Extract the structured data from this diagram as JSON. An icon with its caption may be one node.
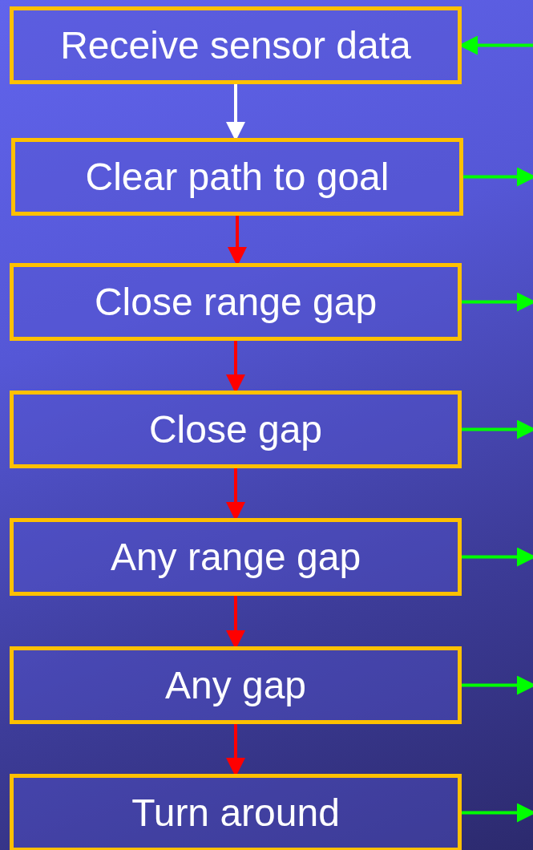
{
  "diagram": {
    "nodes": [
      {
        "text": [
          "Receive sensor data"
        ]
      },
      {
        "text": [
          "Clear path to goal"
        ]
      },
      {
        "text": [
          "Close range gap"
        ]
      },
      {
        "text": [
          "Close gap"
        ]
      },
      {
        "text": [
          "Any range gap"
        ]
      },
      {
        "text": [
          "Any gap"
        ]
      },
      {
        "text": [
          "Turn around"
        ]
      }
    ],
    "edges": [
      {
        "from": 0,
        "to": 1,
        "arrow": "to",
        "color": "#ffffff"
      },
      {
        "from": 1,
        "to": 2,
        "arrow": "to",
        "color": "#ff0000"
      },
      {
        "from": 2,
        "to": 3,
        "arrow": "to",
        "color": "#ff0000"
      },
      {
        "from": 3,
        "to": 4,
        "arrow": "to",
        "color": "#ff0000"
      },
      {
        "from": 4,
        "to": 5,
        "arrow": "to",
        "color": "#ff0000"
      },
      {
        "from": 5,
        "to": 6,
        "arrow": "to",
        "color": "#ff0000"
      },
      {
        "from": null,
        "to": 0,
        "arrow": "to",
        "color": "#00ff00"
      },
      {
        "from": 1,
        "to": null,
        "arrow": "to",
        "color": "#00ff00"
      },
      {
        "from": 2,
        "to": null,
        "arrow": "to",
        "color": "#00ff00"
      },
      {
        "from": 3,
        "to": null,
        "arrow": "to",
        "color": "#00ff00"
      },
      {
        "from": 4,
        "to": null,
        "arrow": "to",
        "color": "#00ff00"
      },
      {
        "from": 5,
        "to": null,
        "arrow": "to",
        "color": "#00ff00"
      },
      {
        "from": 6,
        "to": null,
        "arrow": "to",
        "color": "#00ff00"
      }
    ]
  }
}
